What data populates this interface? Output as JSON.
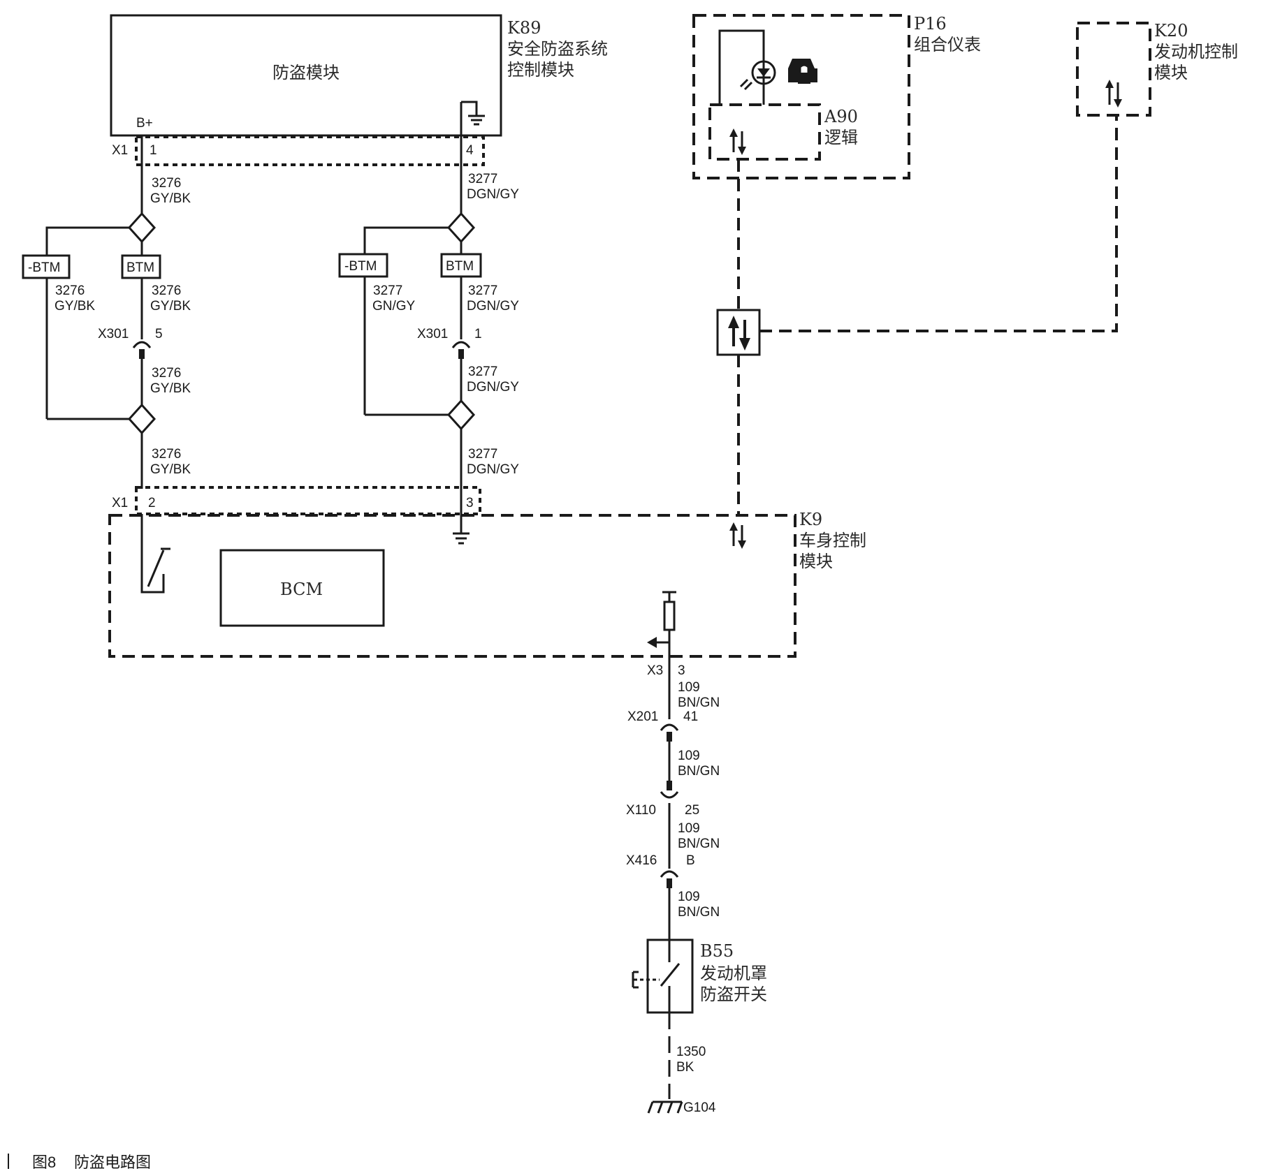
{
  "k89": {
    "ref": "K89",
    "name_line1": "安全防盗系统",
    "name_line2": "控制模块",
    "inner": "防盗模块",
    "bplus": "B+"
  },
  "p16": {
    "ref": "P16",
    "name": "组合仪表"
  },
  "a90": {
    "ref": "A90",
    "name": "逻辑"
  },
  "k20": {
    "ref": "K20",
    "name_line1": "发动机控制",
    "name_line2": "模块"
  },
  "k9": {
    "ref": "K9",
    "name_line1": "车身控制",
    "name_line2": "模块",
    "inner": "BCM"
  },
  "b55": {
    "ref": "B55",
    "name_line1": "发动机罩",
    "name_line2": "防盗开关"
  },
  "ground": "G104",
  "connectors": {
    "x1": "X1",
    "x301": "X301",
    "x3": "X3",
    "x201": "X201",
    "x110": "X110",
    "x416": "X416",
    "pin_1": "1",
    "pin_4": "4",
    "pin_2": "2",
    "pin_3": "3",
    "pin_5": "5",
    "pin_x301_1": "1",
    "pin_x3": "3",
    "pin_x201": "41",
    "pin_x110": "25",
    "pin_x416": "B"
  },
  "boxes": {
    "neg_btm": "-BTM",
    "btm": "BTM"
  },
  "wires": {
    "c3276": "3276",
    "gybk": "GY/BK",
    "c3277": "3277",
    "dgngy": "DGN/GY",
    "gngy": "GN/GY",
    "c109": "109",
    "bngn": "BN/GN",
    "c1350": "1350",
    "bk": "BK"
  },
  "caption": {
    "fig": "图8",
    "title": "防盗电路图"
  }
}
